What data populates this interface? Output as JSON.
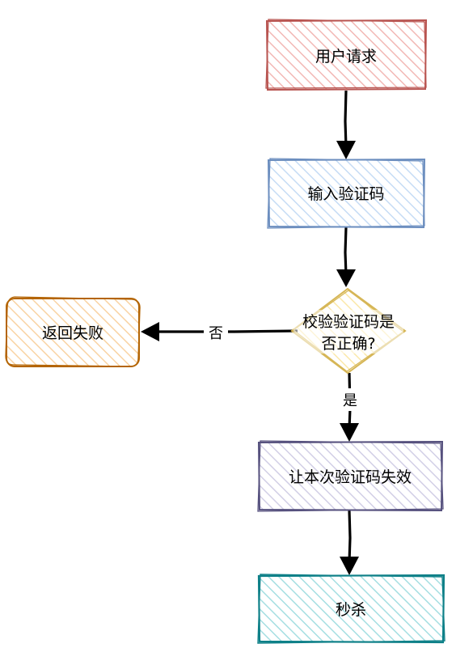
{
  "nodes": {
    "user_request": {
      "label": "用户请求",
      "stroke": "#b85450",
      "fill": "#f8cecc"
    },
    "input_captcha": {
      "label": "输入验证码",
      "stroke": "#6c8ebf",
      "fill": "#dae8fc"
    },
    "verify_captcha": {
      "line1": "校验验证码是",
      "line2": "否正确?",
      "stroke": "#d6b656",
      "fill": "#fff2cc"
    },
    "return_failure": {
      "label": "返回失败",
      "stroke": "#b46504",
      "fill": "#fad7ac"
    },
    "invalidate_captcha": {
      "label": "让本次验证码失效",
      "stroke": "#56517e",
      "fill": "#d0cee2"
    },
    "seckill": {
      "label": "秒杀",
      "stroke": "#0e8088",
      "fill": "#b0e3e6"
    }
  },
  "edges": {
    "no_label": "否",
    "yes_label": "是"
  }
}
